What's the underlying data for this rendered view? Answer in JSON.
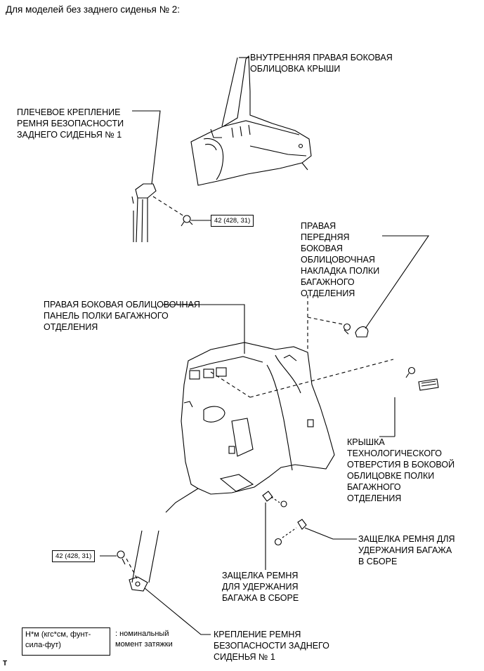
{
  "header": "Для моделей без заднего сиденья № 2:",
  "labels": {
    "roof_trim": "ВНУТРЕННЯЯ ПРАВАЯ БОКОВАЯ\nОБЛИЦОВКА КРЫШИ",
    "shoulder_anchor": "ПЛЕЧЕВОЕ КРЕПЛЕНИЕ\nРЕМНЯ БЕЗОПАСНОСТИ\nЗАДНЕГО СИДЕНЬЯ № 1",
    "front_cover": "ПРАВАЯ\nПЕРЕДНЯЯ\nБОКОВАЯ\nОБЛИЦОВОЧНАЯ\nНАКЛАДКА ПОЛКИ\nБАГАЖНОГО\nОТДЕЛЕНИЯ",
    "side_panel": "ПРАВАЯ БОКОВАЯ ОБЛИЦОВОЧНАЯ\nПАНЕЛЬ ПОЛКИ БАГАЖНОГО\nОТДЕЛЕНИЯ",
    "hole_cover": "КРЫШКА\nТЕХНОЛОГИЧЕСКОГО\nОТВЕРСТИЯ В БОКОВОЙ\nОБЛИЦОВКЕ ПОЛКИ\nБАГАЖНОГО\nОТДЕЛЕНИЯ",
    "latch_right": "ЗАЩЕЛКА РЕМНЯ ДЛЯ\nУДЕРЖАНИЯ БАГАЖА\nВ СБОРЕ",
    "latch_center": "ЗАЩЕЛКА РЕМНЯ\nДЛЯ УДЕРЖАНИЯ\nБАГАЖА В СБОРЕ",
    "belt_anchor": "КРЕПЛЕНИЕ РЕМНЯ\nБЕЗОПАСНОСТИ ЗАДНЕГО\nСИДЕНЬЯ № 1"
  },
  "torque": {
    "upper": "42 (428, 31)",
    "lower": "42 (428, 31)"
  },
  "legend": {
    "units": "Н*м (кгс*см, фунт-\nсила-фут)",
    "note": ": номинальный\nмомент затяжки"
  },
  "corner_mark": "T"
}
